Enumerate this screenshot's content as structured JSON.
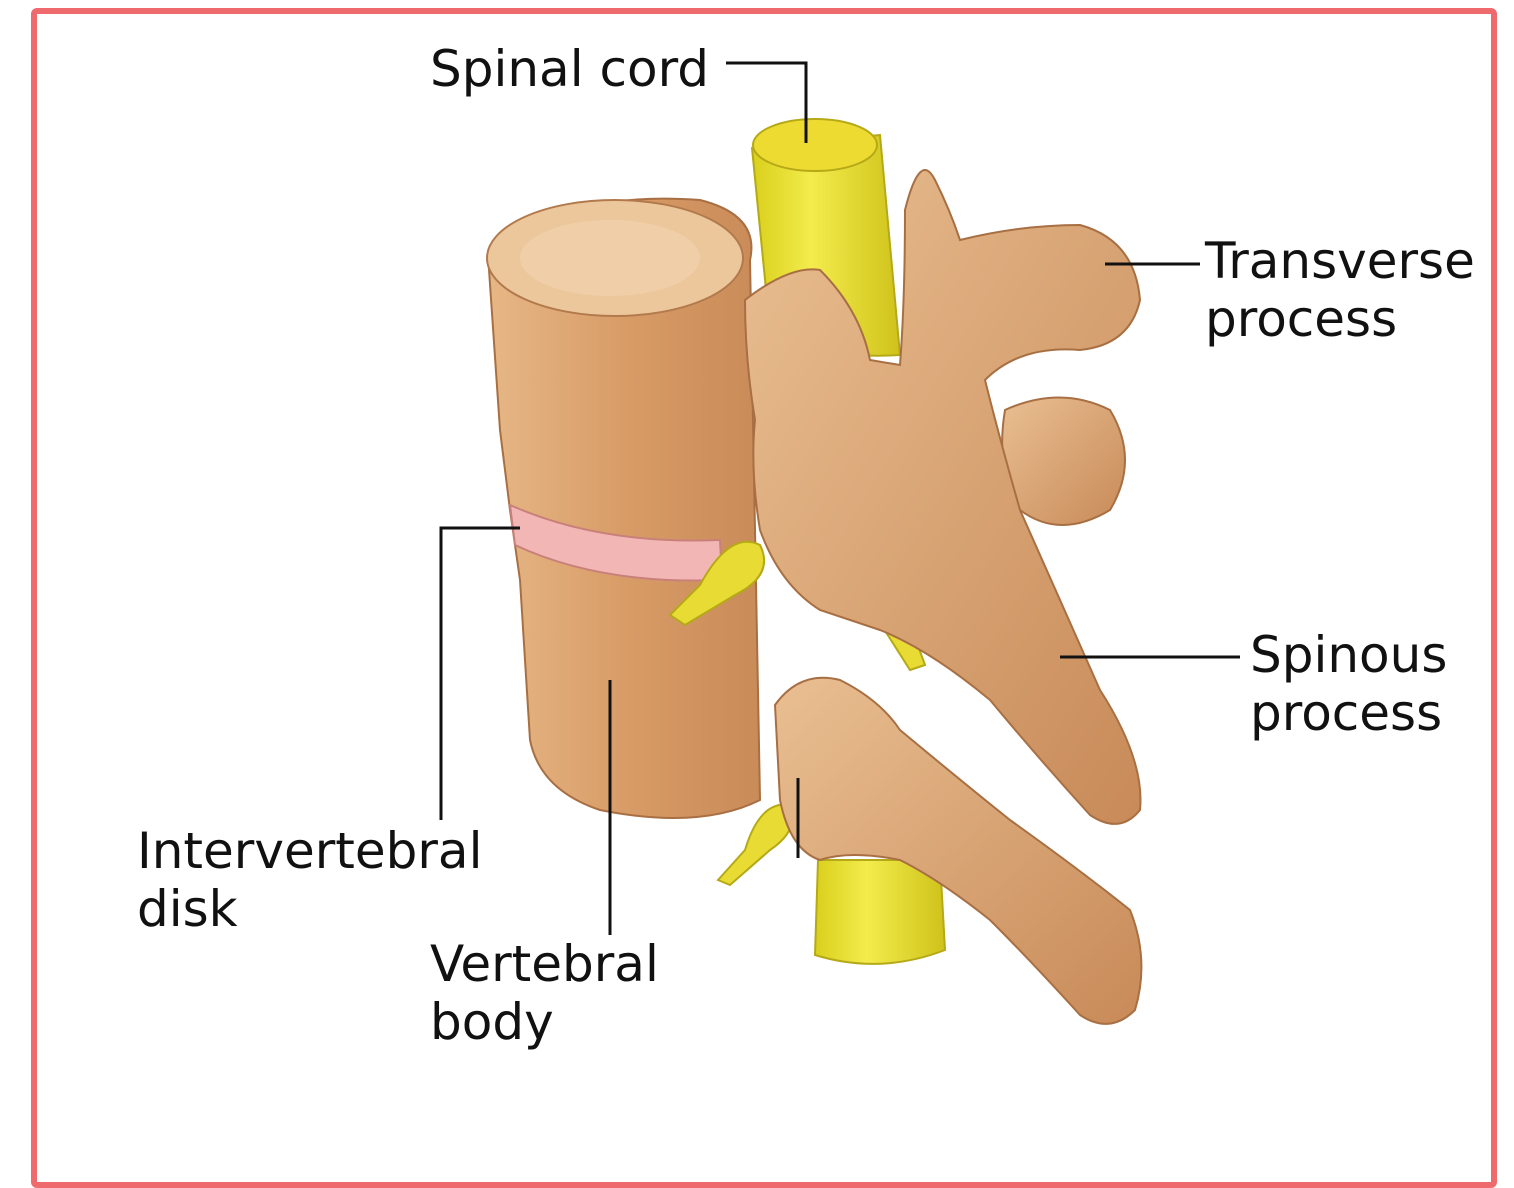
{
  "labels": {
    "spinal_cord": "Spinal cord",
    "transverse_process": [
      "Transverse",
      "process"
    ],
    "spinous_process": [
      "Spinous",
      "process"
    ],
    "intervertebral_disk": [
      "Intervertebral",
      "disk"
    ],
    "vertebral_body": [
      "Vertebral",
      "body"
    ]
  },
  "colors": {
    "frame_border": "#ee6a6d",
    "bone": "#e3b07e",
    "bone_dark": "#c98d5b",
    "cord": "#e8e034",
    "disk": "#f2b7b4",
    "leader": "#111111"
  }
}
